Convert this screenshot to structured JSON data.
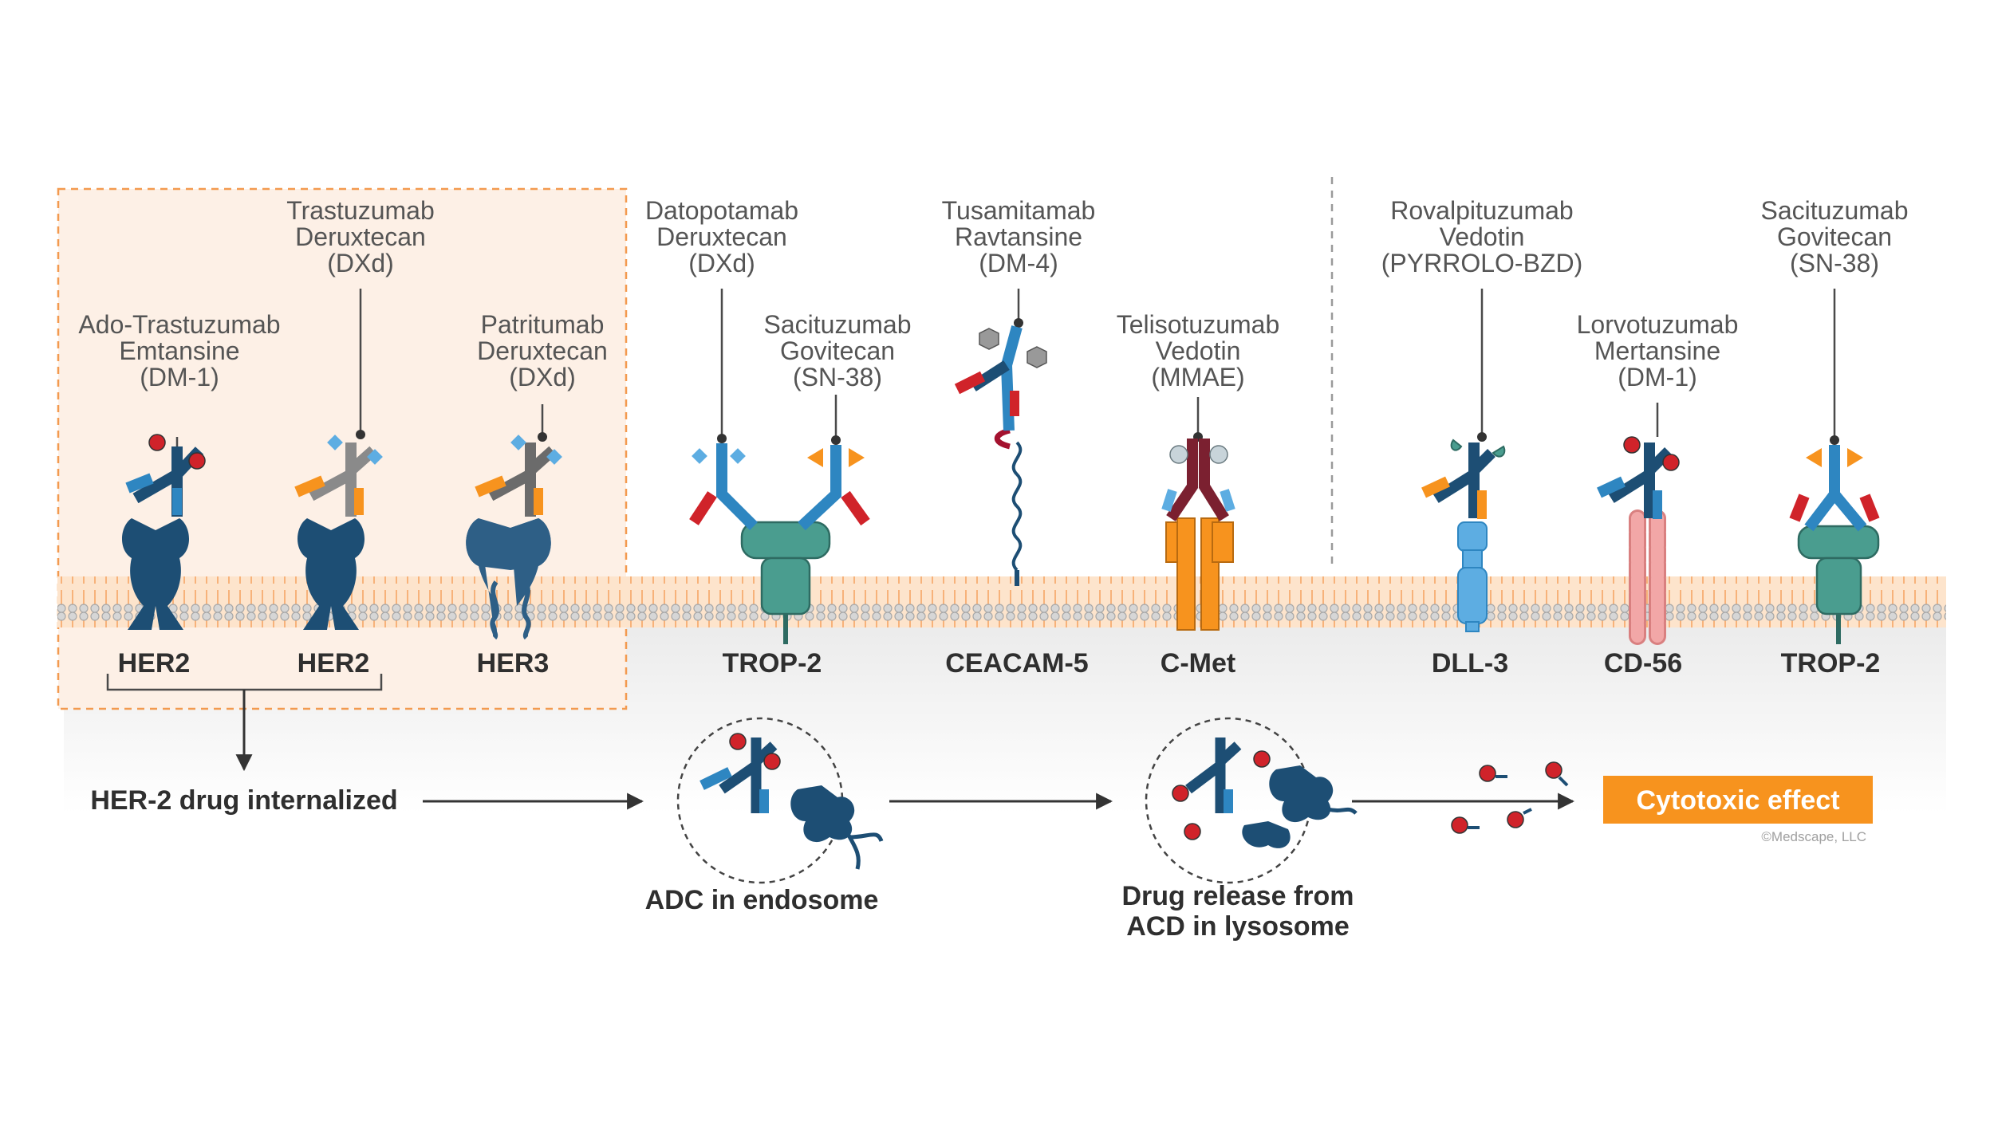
{
  "drugs": {
    "ado_trastuzumab": [
      "Ado-Trastuzumab",
      "Emtansine",
      "(DM-1)"
    ],
    "trastuzumab_deruxtecan": [
      "Trastuzumab",
      "Deruxtecan",
      "(DXd)"
    ],
    "patritumab": [
      "Patritumab",
      "Deruxtecan",
      "(DXd)"
    ],
    "datopotamab": [
      "Datopotamab",
      "Deruxtecan",
      "(DXd)"
    ],
    "sacituzumab_trop2_left": [
      "Sacituzumab",
      "Govitecan",
      "(SN-38)"
    ],
    "tusamitamab": [
      "Tusamitamab",
      "Ravtansine",
      "(DM-4)"
    ],
    "telisotuzumab": [
      "Telisotuzumab",
      "Vedotin",
      "(MMAE)"
    ],
    "rovalpituzumab": [
      "Rovalpituzumab",
      "Vedotin",
      "(PYRROLO-BZD)"
    ],
    "lorvotuzumab": [
      "Lorvotuzumab",
      "Mertansine",
      "(DM-1)"
    ],
    "sacituzumab_trop2_right": [
      "Sacituzumab",
      "Govitecan",
      "(SN-38)"
    ]
  },
  "receptors": {
    "her2_a": "HER2",
    "her2_b": "HER2",
    "her3": "HER3",
    "trop2_left": "TROP-2",
    "ceacam5": "CEACAM-5",
    "cmet": "C-Met",
    "dll3": "DLL-3",
    "cd56": "CD-56",
    "trop2_right": "TROP-2"
  },
  "flow": {
    "her2_internalized": "HER-2 drug internalized",
    "adc_endosome": "ADC in endosome",
    "drug_release": [
      "Drug release from",
      "ACD in lysosome"
    ],
    "cytotoxic": "Cytotoxic effect"
  },
  "copyright": "©Medscape, LLC",
  "colors": {
    "dark_blue": "#1d4e74",
    "mid_blue": "#2e86c1",
    "light_blue": "#5dade2",
    "red": "#d0232a",
    "orange": "#f7931e",
    "teal": "#4a9d8f",
    "maroon": "#7b2030",
    "pink": "#f2a7a7",
    "gray": "#8a8a8a",
    "box_fill": "#fdf0e6",
    "box_border": "#f39a4f"
  }
}
